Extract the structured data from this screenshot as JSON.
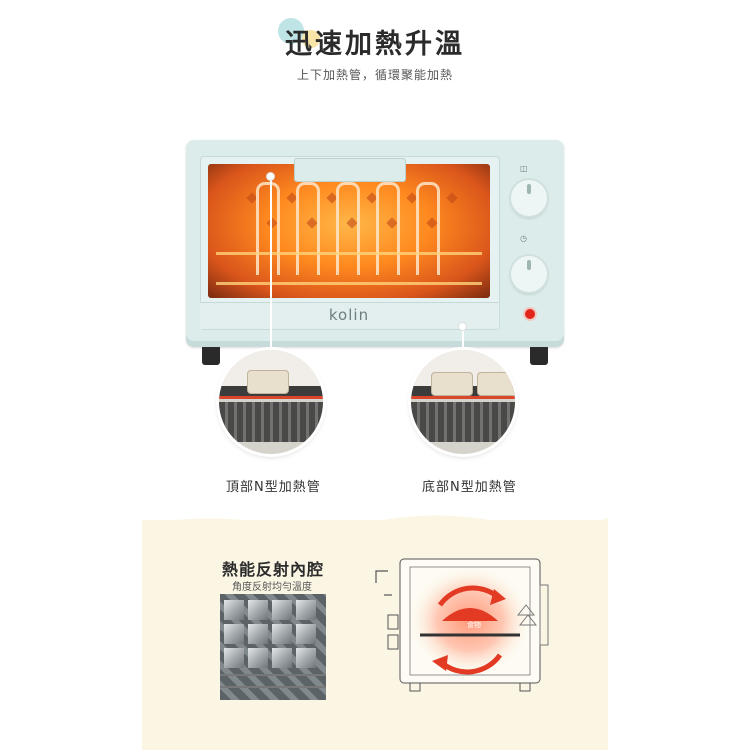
{
  "header": {
    "title": "迅速加熱升溫",
    "subtitle": "上下加熱管，循環聚能加熱"
  },
  "oven": {
    "brand": "kolin",
    "body_color": "#dbeceb",
    "heat_color": "#ff8a1f",
    "light_color": "#e3261b"
  },
  "callouts": {
    "top_caption": "頂部N型加熱管",
    "bottom_caption": "底部N型加熱管"
  },
  "reflect": {
    "title": "熱能反射內腔",
    "subtitle": "角度反射均勻溫度",
    "food_label": "食物",
    "bg_color": "#fbf6e4",
    "arrow_color": "#e33a24"
  }
}
